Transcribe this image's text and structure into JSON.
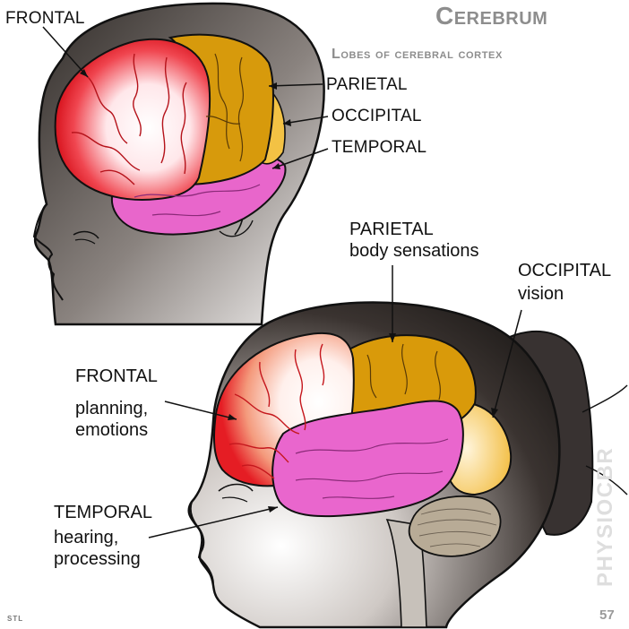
{
  "header": {
    "title": "Cerebrum",
    "subtitle": "Lobes of cerebral cortex"
  },
  "top_diagram": {
    "labels": {
      "frontal": "FRONTAL",
      "parietal": "PARIETAL",
      "occipital": "OCCIPITAL",
      "temporal": "TEMPORAL"
    }
  },
  "bottom_diagram": {
    "parietal": {
      "name": "PARIETAL",
      "function": "body sensations"
    },
    "occipital": {
      "name": "OCCIPITAL",
      "function": "vision"
    },
    "frontal": {
      "name": "FRONTAL",
      "function_line1": "planning,",
      "function_line2": "emotions"
    },
    "temporal": {
      "name": "TEMPORAL",
      "function_line1": "hearing,",
      "function_line2": "processing"
    }
  },
  "footer": {
    "watermark": "PHYSIOCBR",
    "page_number": "57",
    "credit": "STL"
  },
  "colors": {
    "frontal": "#e8282e",
    "parietal": "#d99a0a",
    "occipital": "#f2c24a",
    "temporal": "#e760c8",
    "cerebellum": "#b7a993",
    "head_shadow": "#3b3532"
  }
}
